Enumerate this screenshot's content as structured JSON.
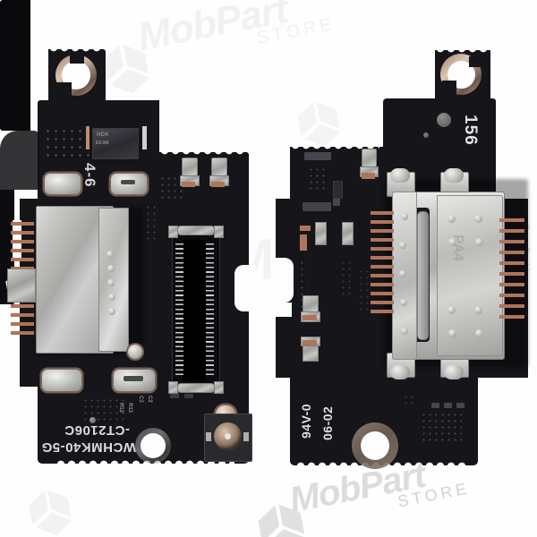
{
  "image": {
    "subject": "Xiaomi Poco F3 / Redmi K40 5G USB-C charging port flex board, two views",
    "background_color": "#ffffff",
    "pcb_color": "#15151a",
    "copper_color": "#b0745a",
    "metal_color": "#cfcfcd"
  },
  "watermarks": [
    {
      "id": "wm-top",
      "brand": "MobPart",
      "sub": "STORE",
      "opacity": "light"
    },
    {
      "id": "wm-mid-left",
      "brand": "Mob",
      "sub": "",
      "opacity": "light"
    },
    {
      "id": "wm-mid-right",
      "brand": "Part",
      "sub": "STORE",
      "opacity": "light"
    },
    {
      "id": "wm-bottom",
      "brand": "MobPart",
      "sub": "STORE",
      "opacity": "strong"
    }
  ],
  "boards": [
    {
      "id": "left-board",
      "view": "back-side",
      "silkscreen": [
        {
          "name": "revision-code",
          "text": "4-6",
          "rotation": 90
        },
        {
          "name": "part-number-line1",
          "text": "WCHMK40-5G",
          "rotation": 180
        },
        {
          "name": "part-number-line2",
          "text": "-CT2106C",
          "rotation": 180
        }
      ],
      "components": [
        {
          "name": "mounting-hole-top",
          "type": "plated-hole"
        },
        {
          "name": "mounting-hole-bottom",
          "type": "plated-hole"
        },
        {
          "name": "usb-c-connector-side",
          "type": "shielded-connector"
        },
        {
          "name": "fpc-board-to-board-connector",
          "type": "fpc-connector",
          "pins": 50
        },
        {
          "name": "crystal-oscillator",
          "type": "smd-can",
          "marking": "HDK"
        },
        {
          "name": "rf-coaxial-connector",
          "type": "u-fl-jack"
        },
        {
          "name": "spring-contact-left",
          "type": "spring-finger"
        },
        {
          "name": "spring-contact-right",
          "type": "spring-finger"
        },
        {
          "name": "test-pad-a",
          "type": "gold-pad"
        },
        {
          "name": "test-pad-b",
          "type": "gold-pad"
        }
      ]
    },
    {
      "id": "right-board",
      "view": "front-side",
      "silkscreen": [
        {
          "name": "board-id",
          "text": "156",
          "rotation": 90
        },
        {
          "name": "flame-rating",
          "text": "94V-0",
          "rotation": 90
        },
        {
          "name": "date-code",
          "text": "06-02",
          "rotation": 90
        }
      ],
      "components": [
        {
          "name": "mounting-hole-top",
          "type": "plated-hole"
        },
        {
          "name": "mounting-hole-bottom",
          "type": "plated-hole"
        },
        {
          "name": "usb-c-connector-top",
          "type": "usb-type-c-receptacle",
          "pins": 24
        },
        {
          "name": "spring-contact-upper",
          "type": "spring-finger"
        },
        {
          "name": "spring-contact-lower",
          "type": "spring-finger"
        },
        {
          "name": "antenna-clip",
          "type": "spring-finger"
        },
        {
          "name": "smd-resistor-array",
          "type": "passive"
        },
        {
          "name": "shield-can",
          "type": "emi-shield"
        }
      ]
    }
  ]
}
